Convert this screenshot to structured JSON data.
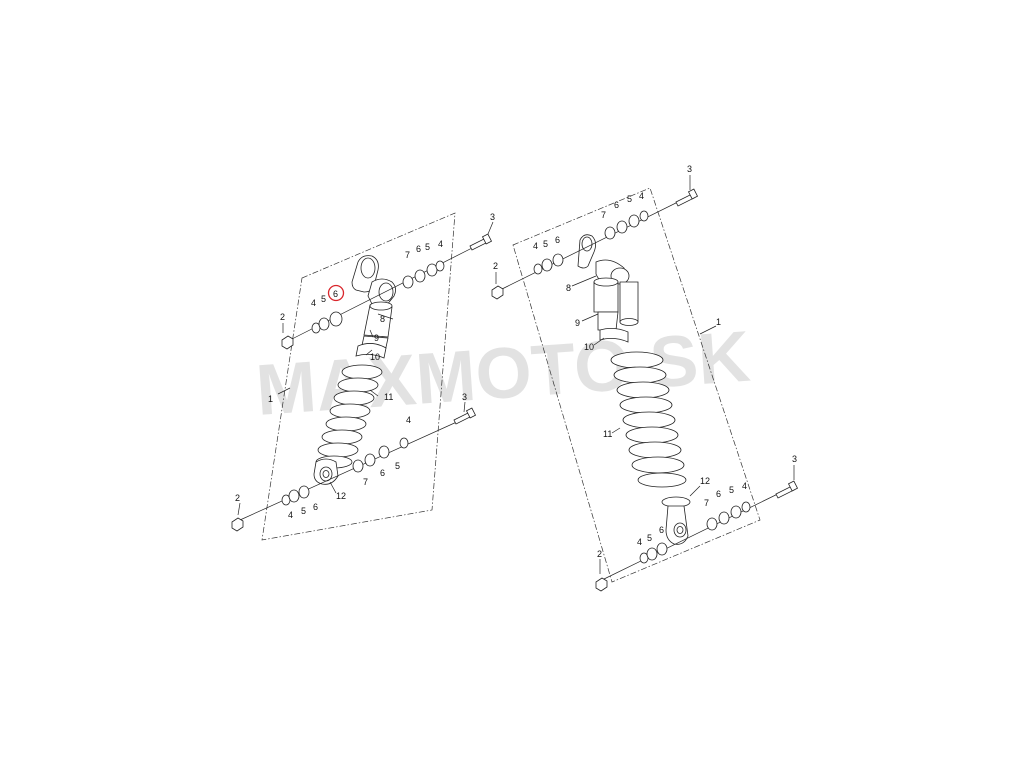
{
  "watermark": {
    "text": "MAXMOTO.SK"
  },
  "callouts": {
    "highlighted": "6",
    "left_assembly": [
      {
        "id": "l-1",
        "text": "1"
      },
      {
        "id": "l-2a",
        "text": "2"
      },
      {
        "id": "l-2b",
        "text": "2"
      },
      {
        "id": "l-3a",
        "text": "3"
      },
      {
        "id": "l-3b",
        "text": "3"
      },
      {
        "id": "l-4a",
        "text": "4"
      },
      {
        "id": "l-4b",
        "text": "4"
      },
      {
        "id": "l-4c",
        "text": "4"
      },
      {
        "id": "l-4d",
        "text": "4"
      },
      {
        "id": "l-5a",
        "text": "5"
      },
      {
        "id": "l-5b",
        "text": "5"
      },
      {
        "id": "l-5c",
        "text": "5"
      },
      {
        "id": "l-5d",
        "text": "5"
      },
      {
        "id": "l-6a",
        "text": "6"
      },
      {
        "id": "l-6b",
        "text": "6"
      },
      {
        "id": "l-6c",
        "text": "6"
      },
      {
        "id": "l-6d",
        "text": "6"
      },
      {
        "id": "l-7a",
        "text": "7"
      },
      {
        "id": "l-7b",
        "text": "7"
      },
      {
        "id": "l-8",
        "text": "8"
      },
      {
        "id": "l-9",
        "text": "9"
      },
      {
        "id": "l-10",
        "text": "10"
      },
      {
        "id": "l-11",
        "text": "11"
      },
      {
        "id": "l-12",
        "text": "12"
      }
    ],
    "right_assembly": [
      {
        "id": "r-1",
        "text": "1"
      },
      {
        "id": "r-2a",
        "text": "2"
      },
      {
        "id": "r-2b",
        "text": "2"
      },
      {
        "id": "r-3a",
        "text": "3"
      },
      {
        "id": "r-3b",
        "text": "3"
      },
      {
        "id": "r-4a",
        "text": "4"
      },
      {
        "id": "r-4b",
        "text": "4"
      },
      {
        "id": "r-4c",
        "text": "4"
      },
      {
        "id": "r-4d",
        "text": "4"
      },
      {
        "id": "r-5a",
        "text": "5"
      },
      {
        "id": "r-5b",
        "text": "5"
      },
      {
        "id": "r-5c",
        "text": "5"
      },
      {
        "id": "r-5d",
        "text": "5"
      },
      {
        "id": "r-6a",
        "text": "6"
      },
      {
        "id": "r-6b",
        "text": "6"
      },
      {
        "id": "r-6c",
        "text": "6"
      },
      {
        "id": "r-6d",
        "text": "6"
      },
      {
        "id": "r-7a",
        "text": "7"
      },
      {
        "id": "r-7b",
        "text": "7"
      },
      {
        "id": "r-8",
        "text": "8"
      },
      {
        "id": "r-9",
        "text": "9"
      },
      {
        "id": "r-10",
        "text": "10"
      },
      {
        "id": "r-11",
        "text": "11"
      },
      {
        "id": "r-12",
        "text": "12"
      }
    ]
  },
  "colors": {
    "highlight_circle": "#d9262c",
    "line": "#222222",
    "watermark": "#e2e2e2"
  }
}
